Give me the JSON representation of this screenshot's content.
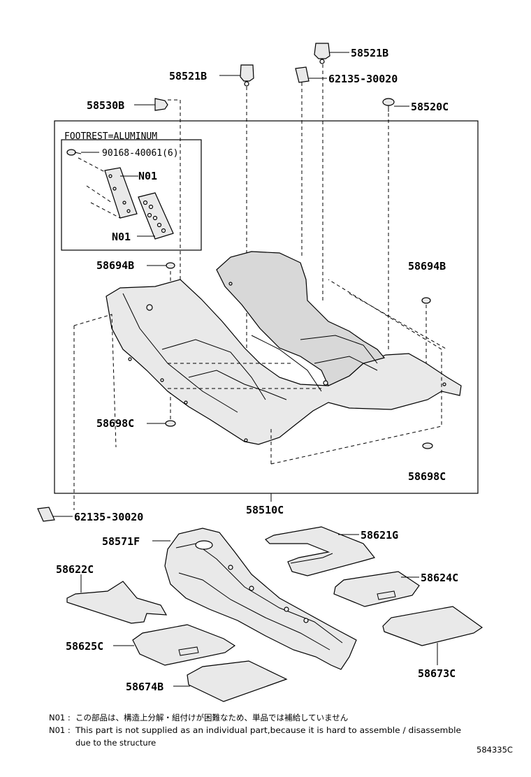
{
  "labels": {
    "p58521b_top": "58521B",
    "p58521b_left": "58521B",
    "p62135_top": "62135-30020",
    "p58530b": "58530B",
    "p58520c": "58520C",
    "footrest": "FOOTREST=ALUMINUM",
    "p90168": "90168-40061(6)",
    "n01_a": "N01",
    "n01_b": "N01",
    "p58694b_left": "58694B",
    "p58694b_right": "58694B",
    "p58698c_left": "58698C",
    "p58698c_right": "58698C",
    "p58510c": "58510C",
    "p62135_bottom": "62135-30020",
    "p58571f": "58571F",
    "p58621g": "58621G",
    "p58622c": "58622C",
    "p58624c": "58624C",
    "p58625c": "58625C",
    "p58673c": "58673C",
    "p58674b": "58674B"
  },
  "notes": {
    "jp_prefix": "N01 :",
    "jp_text": "この部品は、構造上分解・組付けが困難なため、単品では補給していません",
    "en_prefix": "N01 :",
    "en_text": "This part is not supplied as an individual part,because it is hard to assemble / disassemble",
    "en_text2": "due to the structure"
  },
  "diagram_id": "584335C"
}
